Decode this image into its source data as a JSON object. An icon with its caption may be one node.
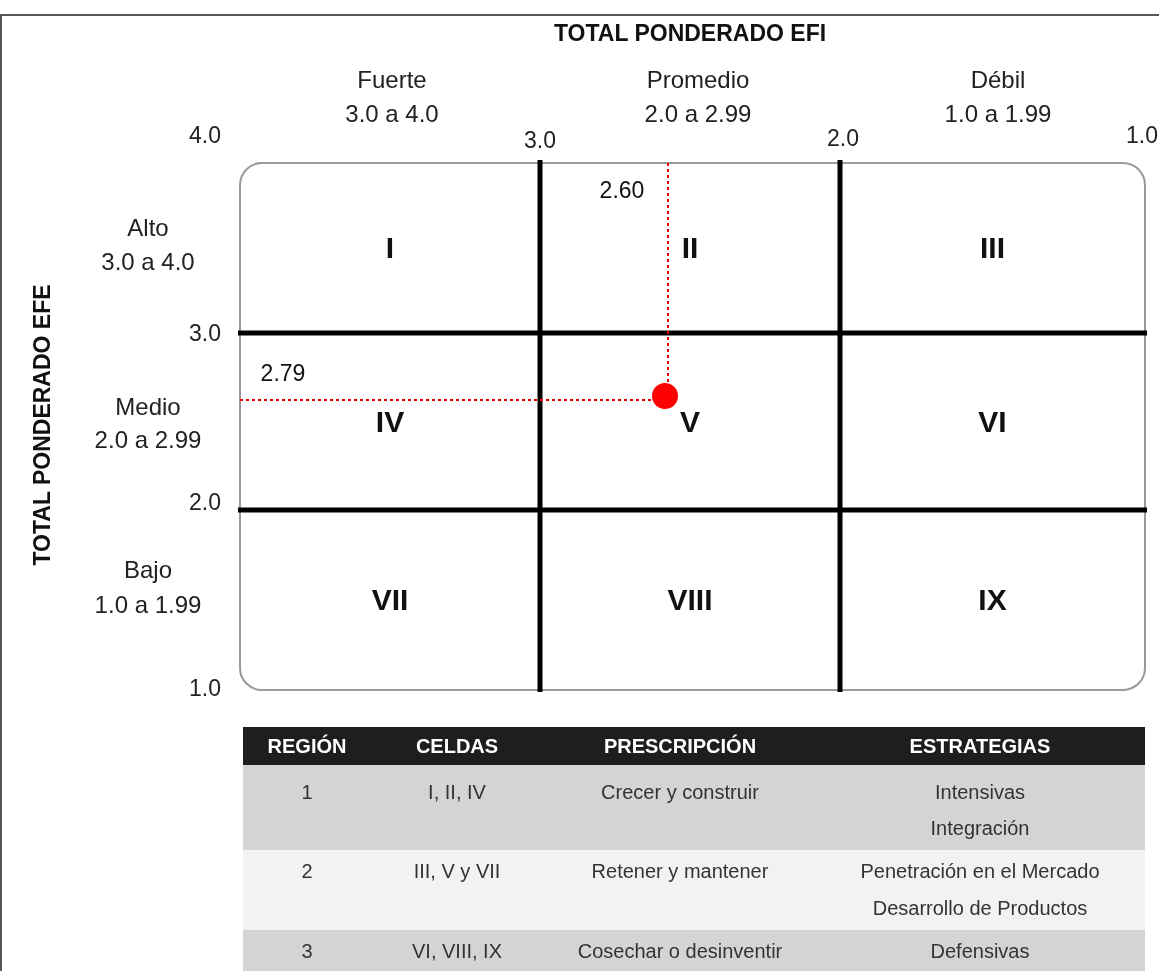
{
  "diagram": {
    "nodes": [
      {
        "text": [
          "I"
        ]
      },
      {
        "text": [
          "II"
        ]
      },
      {
        "text": [
          "III"
        ]
      },
      {
        "text": [
          "IV"
        ]
      },
      {
        "text": [
          "V"
        ]
      },
      {
        "text": [
          "VI"
        ]
      },
      {
        "text": [
          "VII"
        ]
      },
      {
        "text": [
          "VIII"
        ]
      },
      {
        "text": [
          "IX"
        ]
      }
    ],
    "labels": [
      "TOTAL PONDERADO EFI",
      "Fuerte",
      "3.0 a 4.0",
      "Promedio",
      "2.0 a 2.99",
      "Débil",
      "1.0 a 1.99",
      "4.0",
      "3.0",
      "2.0",
      "1.0",
      "2.60",
      "TOTAL PONDERADO EFE",
      "Alto",
      "3.0 a 4.0",
      "3.0",
      "2.79",
      "Medio",
      "2.0 a 2.99",
      "2.0",
      "Bajo",
      "1.0 a 1.99",
      "1.0",
      "REGIÓN",
      "CELDAS",
      "PRESCRIPCIÓN",
      "ESTRATEGIAS",
      "1",
      "I, II, IV",
      "Crecer y construir",
      "Intensivas",
      "Integración",
      "2",
      "III, V y VII",
      "Retener y mantener",
      "Penetración en el Mercado",
      "Desarrollo de Productos",
      "3",
      "VI, VIII, IX",
      "Cosechar o desinventir",
      "Defensivas"
    ]
  }
}
